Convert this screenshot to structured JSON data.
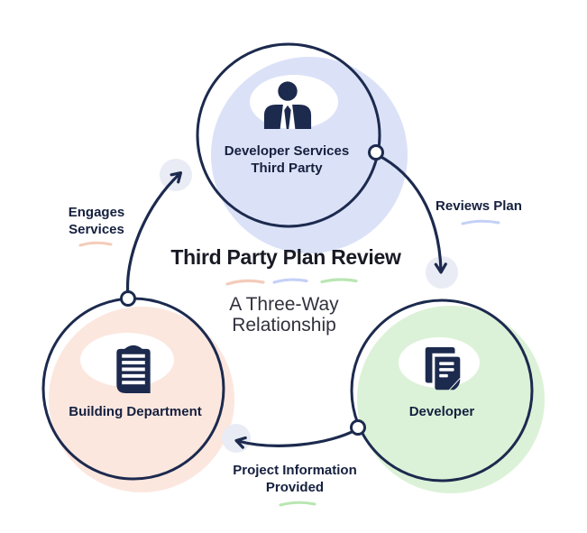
{
  "title": {
    "text": "Third Party Plan Review"
  },
  "subtitle": {
    "line1": "A Three-Way",
    "line2": "Relationship"
  },
  "bubbles": {
    "third_party": {
      "line1": "Developer Services",
      "line2": "Third Party",
      "fill": "#dbe2f8",
      "icon": "person-icon"
    },
    "building_department": {
      "label": "Building Department",
      "fill": "#fce7df",
      "icon": "notepad-icon"
    },
    "developer": {
      "label": "Developer",
      "fill": "#dcf2d8",
      "icon": "documents-icon"
    }
  },
  "arrows": {
    "engages_services": {
      "line1": "Engages",
      "line2": "Services",
      "underline": "#f3ccba"
    },
    "reviews_plan": {
      "label": "Reviews Plan",
      "underline": "#c4d1f6"
    },
    "project_information": {
      "line1": "Project Information",
      "line2": "Provided",
      "underline": "#b9e6b2"
    }
  },
  "palette": {
    "outline": "#1c2a4e",
    "label_text": "#15203e",
    "title_text": "#191a24",
    "subtitle_text": "#32323e",
    "halo": "#e9ecf4",
    "dash_colors": [
      "#f3ccba",
      "#c4d1f6",
      "#b9e6b2"
    ]
  }
}
